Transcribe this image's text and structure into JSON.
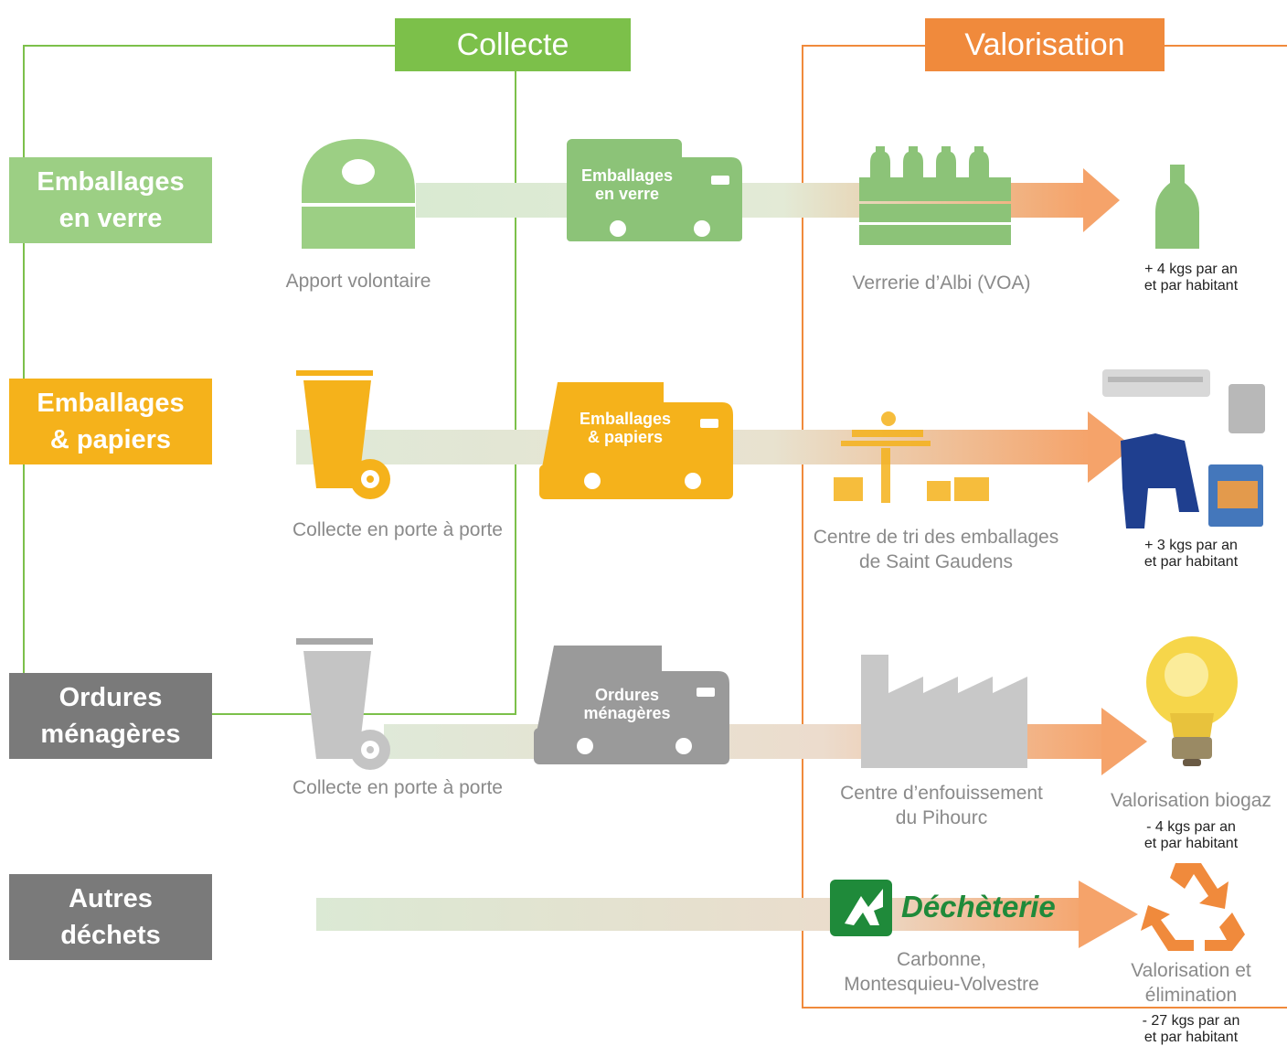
{
  "headers": {
    "collecte": "Collecte",
    "valorisation": "Valorisation"
  },
  "categories": [
    {
      "line1": "Emballages",
      "line2": "en verre",
      "color": "#9ccf84"
    },
    {
      "line1": "Emballages",
      "line2": "& papiers",
      "color": "#f5b21b"
    },
    {
      "line1": "Ordures",
      "line2": "ménagères",
      "color": "#7a7a7a"
    },
    {
      "line1": "Autres",
      "line2": "déchets",
      "color": "#7a7a7a"
    }
  ],
  "collection_labels": {
    "verre": "Apport volontaire",
    "papiers": "Collecte en porte à porte",
    "ordures": "Collecte en porte à porte"
  },
  "trucks": {
    "verre": {
      "line1": "Emballages",
      "line2": "en verre"
    },
    "papiers": {
      "line1": "Emballages",
      "line2": "& papiers"
    },
    "ordures": {
      "line1": "Ordures",
      "line2": "ménagères"
    }
  },
  "facilities": {
    "verre": {
      "line1": "Verrerie d’Albi  (VOA)",
      "line2": ""
    },
    "papiers": {
      "line1": "Centre de tri des emballages",
      "line2": "de Saint Gaudens"
    },
    "ordures": {
      "line1": "Centre d’enfouissement",
      "line2": "du Pihourc"
    },
    "autres": {
      "logo_text": "Déchèterie",
      "line1": "Carbonne,",
      "line2": "Montesquieu-Volvestre"
    }
  },
  "outcomes": {
    "verre": {
      "title": "",
      "stat1": "+ 4 kgs par an",
      "stat2": "et par habitant"
    },
    "papiers": {
      "title": "",
      "stat1": "+ 3 kgs par an",
      "stat2": "et par habitant"
    },
    "ordures": {
      "title": "Valorisation biogaz",
      "stat1": "- 4 kgs par an",
      "stat2": "et par habitant"
    },
    "autres": {
      "title1": "Valorisation et",
      "title2": "élimination",
      "stat1": "- 27 kgs par an",
      "stat2": "et par habitant"
    }
  },
  "colors": {
    "green": "#7cc04a",
    "green_light": "#9ccf84",
    "yellow": "#f5b21b",
    "gray": "#7a7a7a",
    "orange": "#f08a3c"
  }
}
